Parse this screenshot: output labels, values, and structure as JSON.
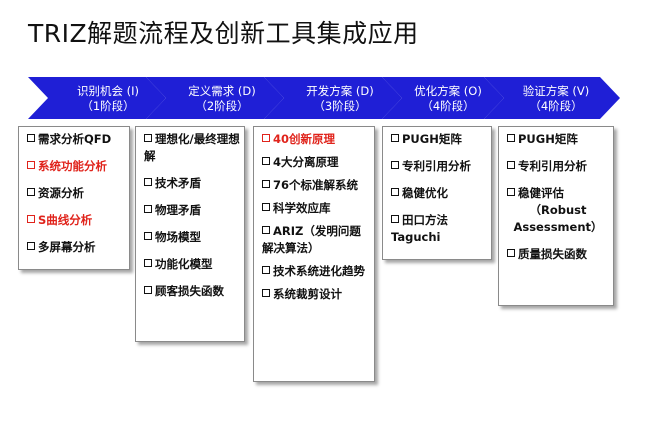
{
  "title": "TRIZ解题流程及创新工具集成应用",
  "colors": {
    "arrow": "#1f1fd6",
    "text": "#111111",
    "highlight": "#e0231b"
  },
  "stages": [
    {
      "name": "识别机会 (I)",
      "phase": "（1阶段）"
    },
    {
      "name": "定义需求 (D)",
      "phase": "（2阶段）"
    },
    {
      "name": "开发方案 (D)",
      "phase": "（3阶段）"
    },
    {
      "name": "优化方案 (O)",
      "phase": "（4阶段）"
    },
    {
      "name": "验证方案 (V)",
      "phase": "（4阶段）"
    }
  ],
  "columns": [
    {
      "items": [
        {
          "text": "需求分析QFD"
        },
        {
          "text": "系统功能分析"
        },
        {
          "text": "资源分析"
        },
        {
          "text": "S曲线分析"
        },
        {
          "text": "多屏幕分析"
        }
      ]
    },
    {
      "items": [
        {
          "text": "理想化/最终理想解"
        },
        {
          "text": "技术矛盾"
        },
        {
          "text": "物理矛盾"
        },
        {
          "text": "物场模型"
        },
        {
          "text": "功能化模型"
        },
        {
          "text": "顾客损失函数"
        }
      ]
    },
    {
      "items": [
        {
          "text": "40创新原理"
        },
        {
          "text": "4大分离原理"
        },
        {
          "text": "76个标准解系统"
        },
        {
          "text": "科学效应库"
        },
        {
          "text": "ARIZ（发明问题解决算法）"
        },
        {
          "text": "技术系统进化趋势"
        },
        {
          "text": "系统裁剪设计"
        }
      ]
    },
    {
      "items": [
        {
          "text": "PUGH矩阵"
        },
        {
          "text": "专利引用分析"
        },
        {
          "text": "稳健优化"
        },
        {
          "text": "田口方法Taguchi"
        }
      ]
    },
    {
      "items": [
        {
          "text": "PUGH矩阵"
        },
        {
          "text": "专利引用分析"
        },
        {
          "text": "稳健评估"
        },
        {
          "text": "（Robust Assessment）"
        },
        {
          "text": "质量损失函数"
        }
      ]
    }
  ]
}
